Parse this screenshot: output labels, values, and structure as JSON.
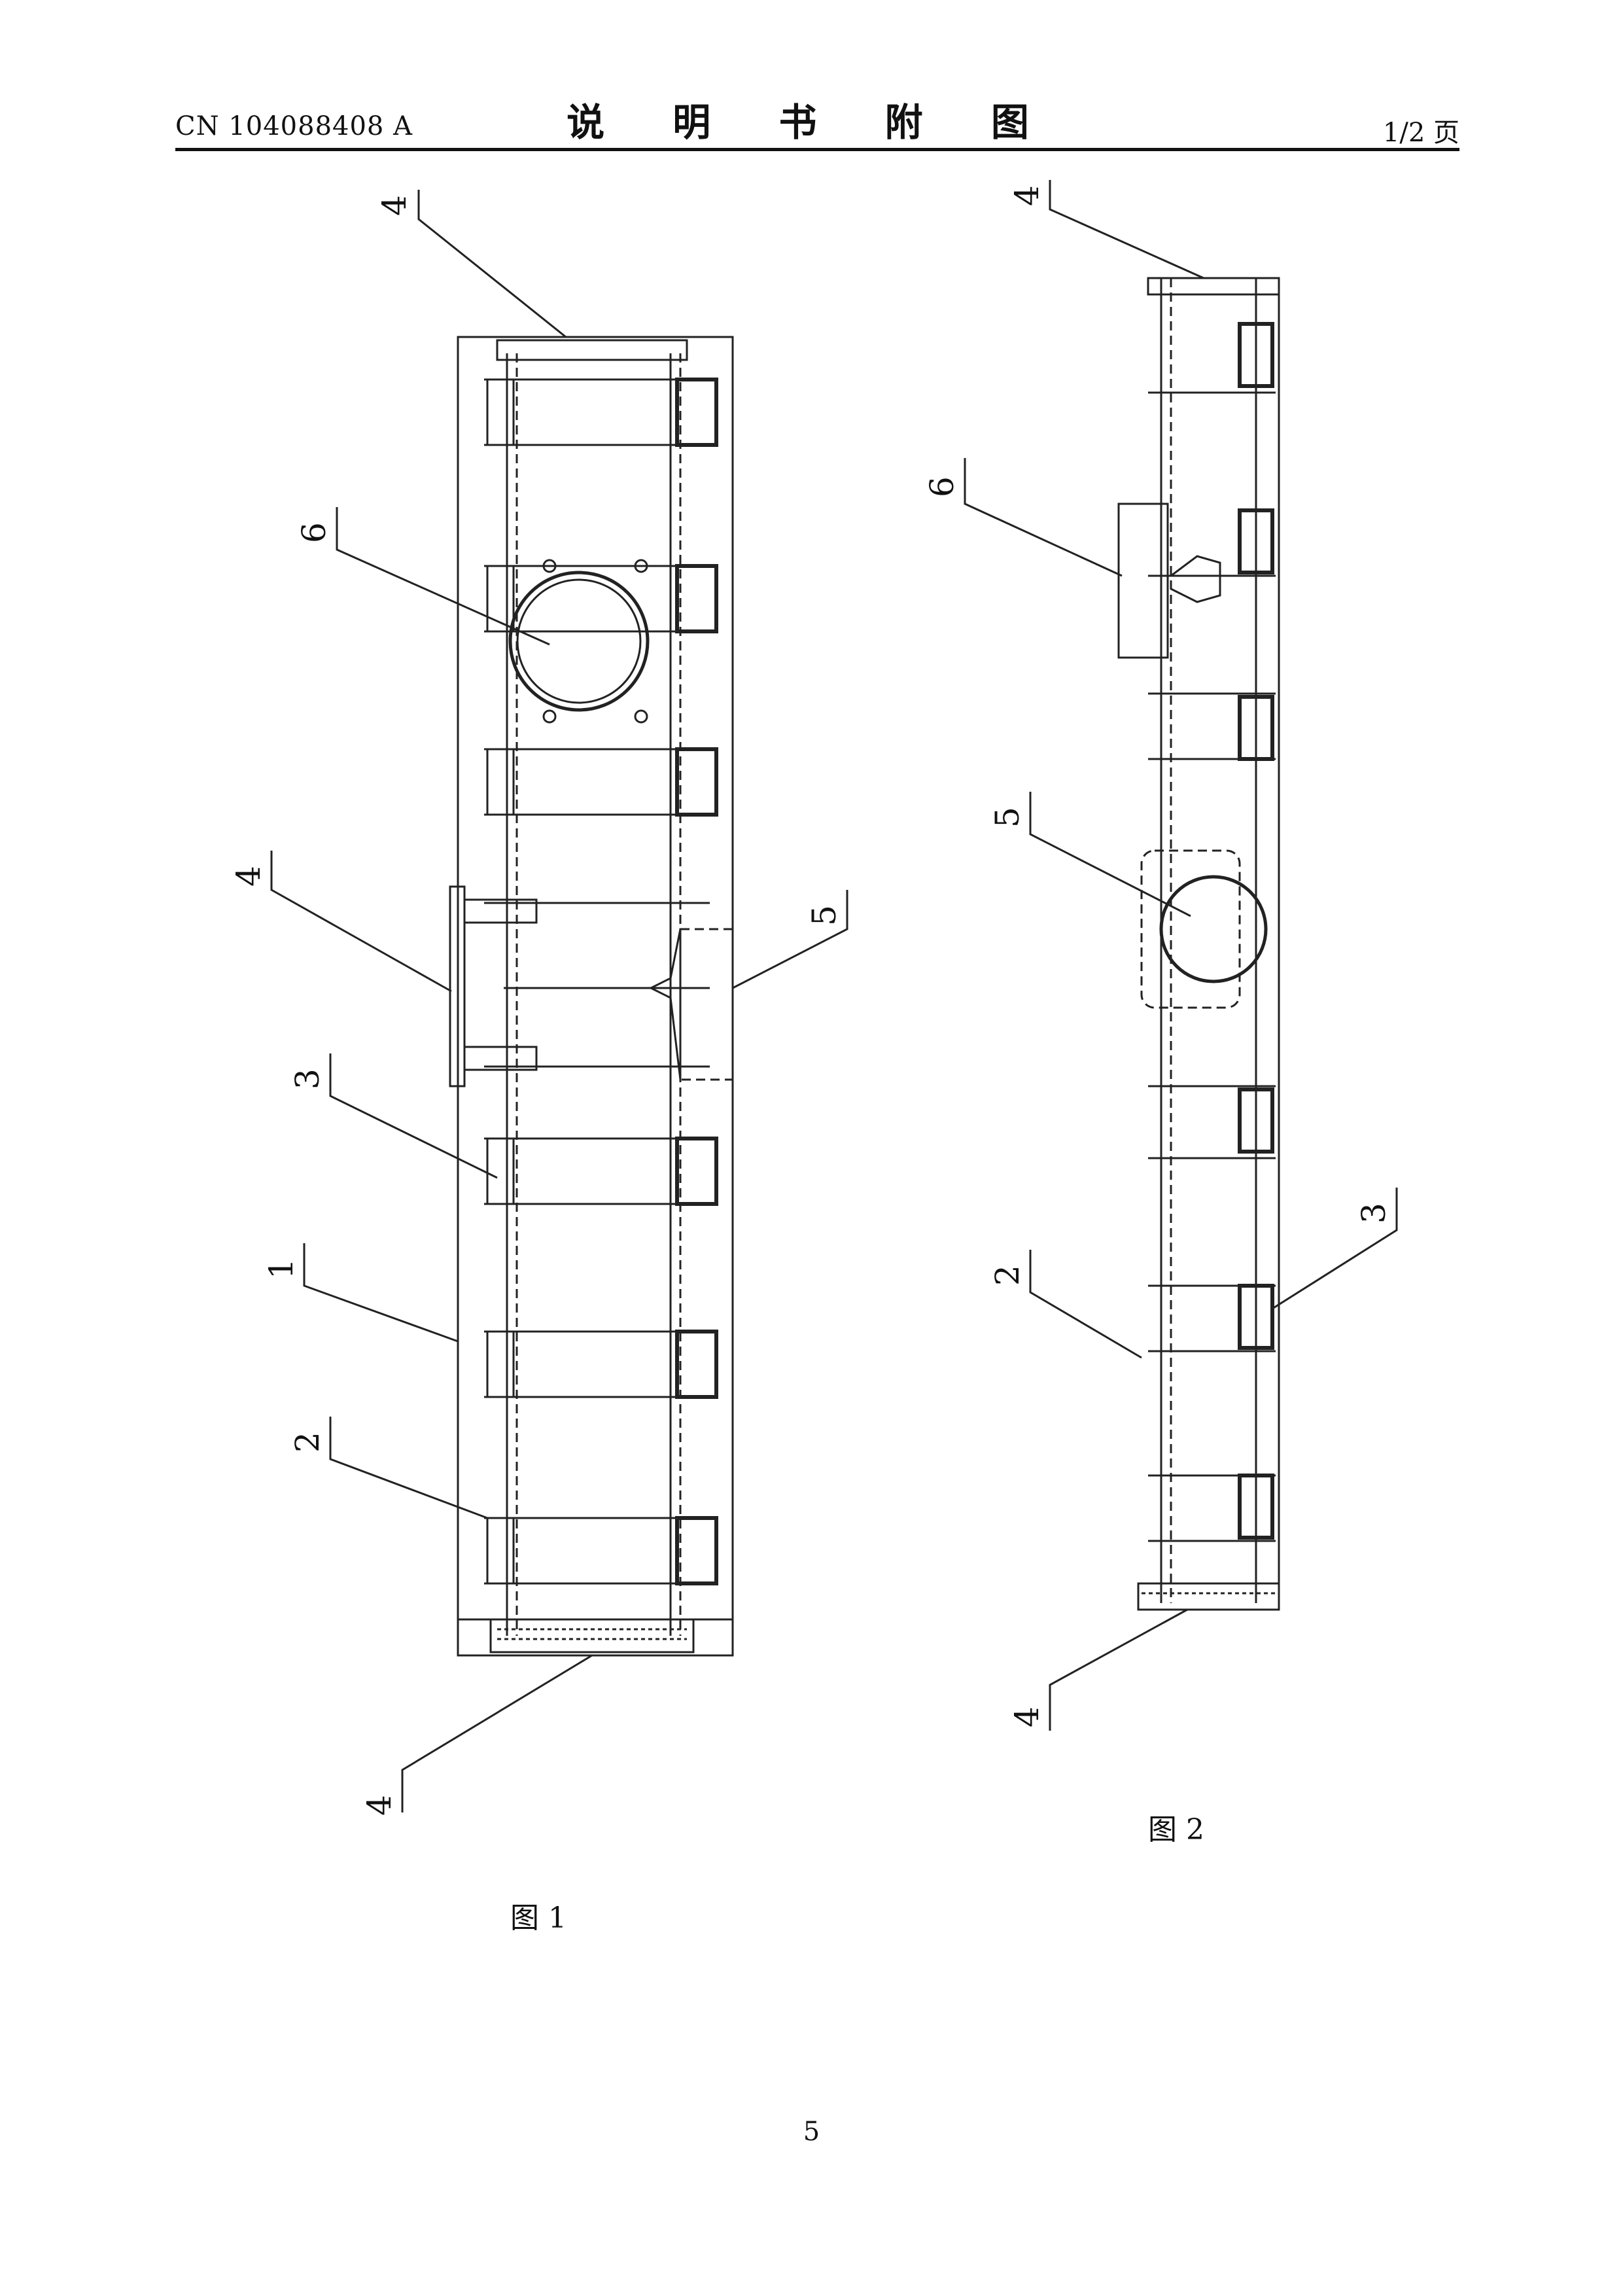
{
  "header": {
    "patent_number": "CN 104088408 A",
    "title": "说 明 书 附 图",
    "page_of": "1/2 页"
  },
  "figures": [
    {
      "caption": "图 1",
      "callouts": [
        "4",
        "6",
        "4",
        "5",
        "3",
        "1",
        "2",
        "4"
      ]
    },
    {
      "caption": "图 2",
      "callouts": [
        "4",
        "6",
        "5",
        "3",
        "2",
        "4"
      ]
    }
  ],
  "footer": {
    "page_number": "5"
  }
}
